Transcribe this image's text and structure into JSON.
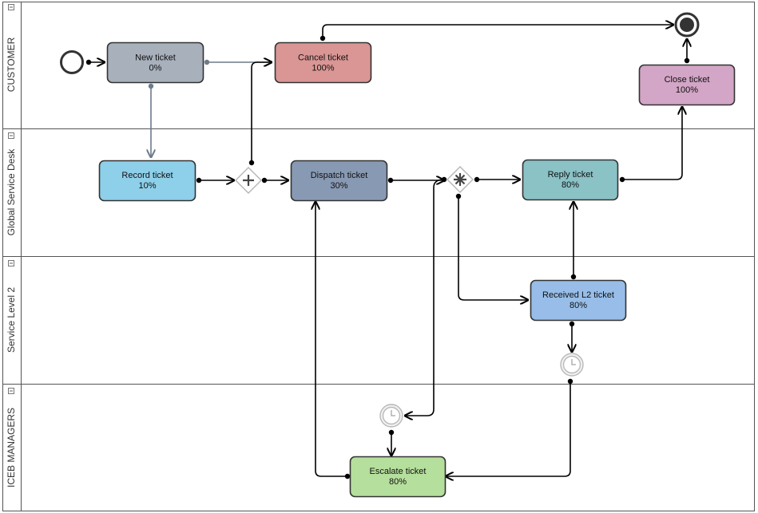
{
  "lanes": [
    {
      "id": "customer",
      "label": "CUSTOMER"
    },
    {
      "id": "service-desk",
      "label": "Global Service Desk"
    },
    {
      "id": "level2",
      "label": "Service Level 2"
    },
    {
      "id": "managers",
      "label": "ICEB MANAGERS"
    }
  ],
  "tasks": {
    "new_ticket": {
      "name": "New ticket",
      "progress": "0%",
      "fill": "#a7b0bb"
    },
    "cancel_ticket": {
      "name": "Cancel ticket",
      "progress": "100%",
      "fill": "#d99694"
    },
    "close_ticket": {
      "name": "Close ticket",
      "progress": "100%",
      "fill": "#d3a5c6"
    },
    "record_ticket": {
      "name": "Record ticket",
      "progress": "10%",
      "fill": "#8ecfe9"
    },
    "dispatch_ticket": {
      "name": "Dispatch ticket",
      "progress": "30%",
      "fill": "#8899b3"
    },
    "reply_ticket": {
      "name": "Reply ticket",
      "progress": "80%",
      "fill": "#8ac2c6"
    },
    "received_l2_ticket": {
      "name": "Received L2 ticket",
      "progress": "80%",
      "fill": "#97bde8"
    },
    "escalate_ticket": {
      "name": "Escalate ticket",
      "progress": "80%",
      "fill": "#b5df9c"
    }
  },
  "events": [
    {
      "id": "start",
      "type": "start-event"
    },
    {
      "id": "end",
      "type": "end-event"
    },
    {
      "id": "timer_l2",
      "type": "timer-event"
    },
    {
      "id": "timer_escalate",
      "type": "timer-event"
    }
  ],
  "gateways": [
    {
      "id": "parallel",
      "type": "parallel-gateway",
      "symbol": "+"
    },
    {
      "id": "complex",
      "type": "complex-gateway",
      "symbol": "✱"
    }
  ],
  "collapse_icon": "minus-square-icon",
  "colors": {
    "lane_border": "#555555",
    "task_border": "#333333",
    "flow": "#000000",
    "association_flow": "#6d7b8a",
    "timer_fill": "#f1f1f1"
  }
}
